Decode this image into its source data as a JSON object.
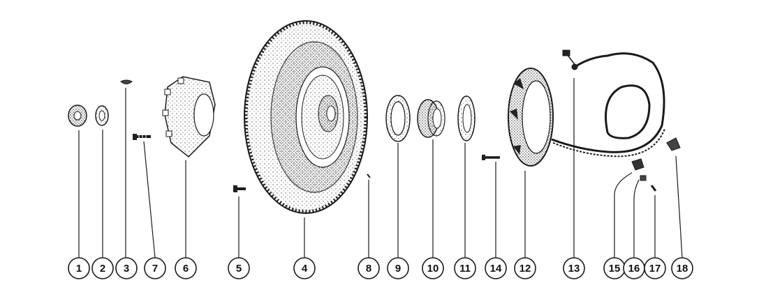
{
  "callouts": [
    {
      "label": "1"
    },
    {
      "label": "2"
    },
    {
      "label": "3"
    },
    {
      "label": "7"
    },
    {
      "label": "6"
    },
    {
      "label": "5"
    },
    {
      "label": "4"
    },
    {
      "label": "8"
    },
    {
      "label": "9"
    },
    {
      "label": "10"
    },
    {
      "label": "11"
    },
    {
      "label": "14"
    },
    {
      "label": "12"
    },
    {
      "label": "13"
    },
    {
      "label": "15"
    },
    {
      "label": "16"
    },
    {
      "label": "17"
    },
    {
      "label": "18"
    }
  ],
  "colors": {
    "ink": "#1a1a1a",
    "background": "#ffffff",
    "shade": "#6b6b6b"
  }
}
